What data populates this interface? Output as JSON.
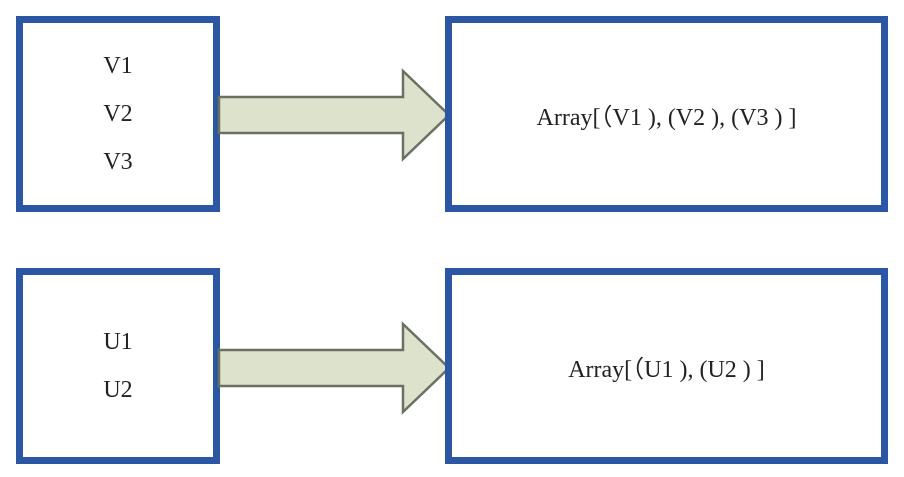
{
  "diagram": {
    "rows": [
      {
        "source_items": [
          "V1",
          "V2",
          "V3"
        ],
        "target_text": "Array[（V1 ), (V2 ), (V3 ) ]"
      },
      {
        "source_items": [
          "U1",
          "U2"
        ],
        "target_text": "Array[（U1 ), (U2 ) ]"
      }
    ],
    "colors": {
      "box_border": "#2a56a3",
      "arrow_fill": "#dde2cc",
      "arrow_stroke": "#6b7161"
    },
    "arrow_icon": "right-arrow-icon"
  }
}
